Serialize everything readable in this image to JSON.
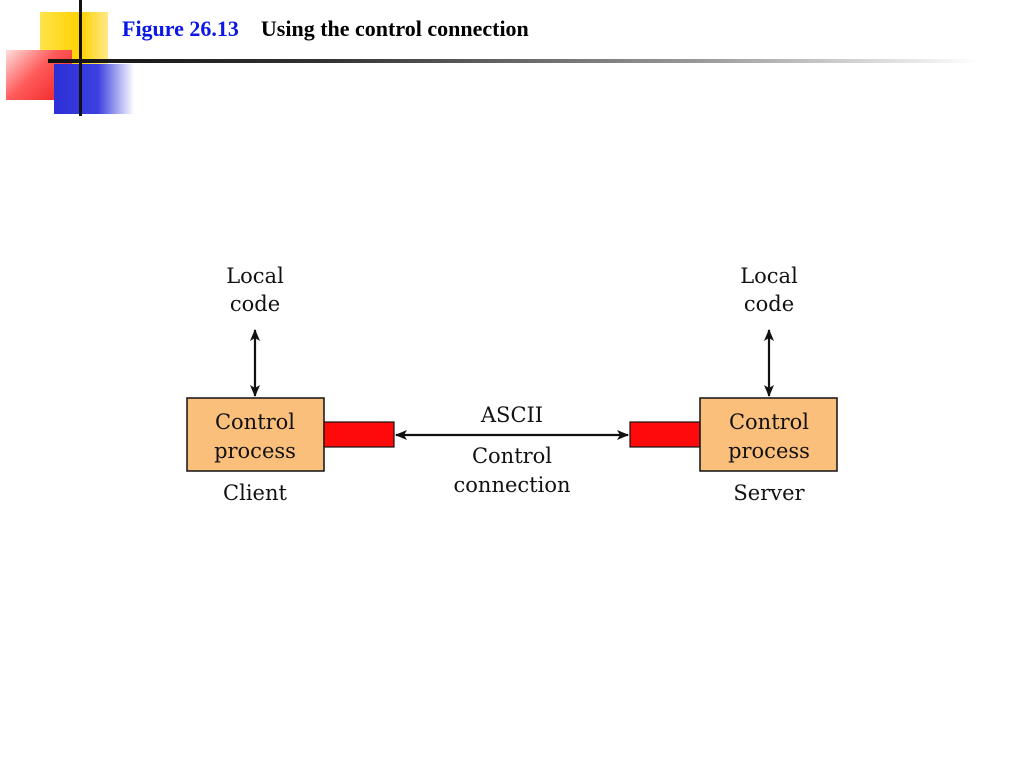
{
  "header": {
    "figure_number": "Figure 26.13",
    "figure_title": "Using the control connection"
  },
  "diagram": {
    "client": {
      "local_code_line1": "Local",
      "local_code_line2": "code",
      "box_line1": "Control",
      "box_line2": "process",
      "caption": "Client"
    },
    "server": {
      "local_code_line1": "Local",
      "local_code_line2": "code",
      "box_line1": "Control",
      "box_line2": "process",
      "caption": "Server"
    },
    "connection": {
      "top_label": "ASCII",
      "bottom_line1": "Control",
      "bottom_line2": "connection"
    },
    "colors": {
      "process_box": "#fbbf7c",
      "port": "#ff0a0a",
      "stroke": "#111111"
    }
  }
}
